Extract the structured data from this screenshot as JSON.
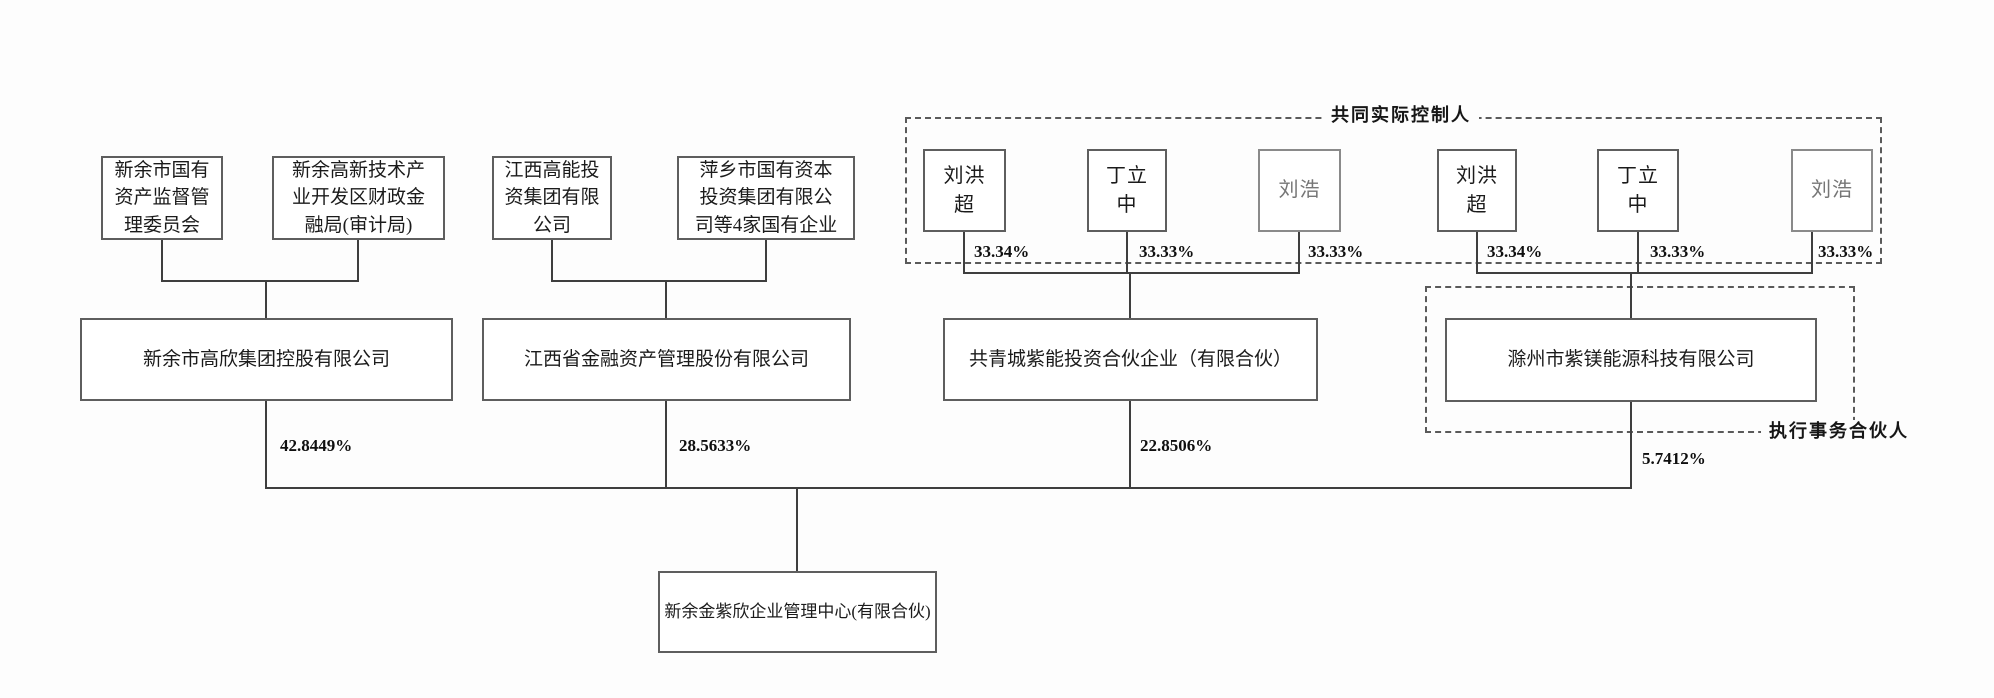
{
  "diagram": {
    "region_labels": {
      "controllers": "共同实际控制人",
      "executive_partner": "执行事务合伙人"
    },
    "tier1": [
      {
        "label": "新余市国有资产监督管理委员会"
      },
      {
        "label": "新余高新技术产业开发区财政金融局(审计局)"
      },
      {
        "label": "江西高能投资集团有限公司"
      },
      {
        "label": "萍乡市国有资本投资集团有限公司等4家国有企业"
      }
    ],
    "persons_group1": [
      {
        "name": "刘洪超",
        "pct": "33.34%"
      },
      {
        "name": "丁立中",
        "pct": "33.33%"
      },
      {
        "name": "刘浩",
        "pct": "33.33%"
      }
    ],
    "persons_group2": [
      {
        "name": "刘洪超",
        "pct": "33.34%"
      },
      {
        "name": "丁立中",
        "pct": "33.33%"
      },
      {
        "name": "刘浩",
        "pct": "33.33%"
      }
    ],
    "tier2": [
      {
        "label": "新余市高欣集团控股有限公司",
        "pct": "42.8449%"
      },
      {
        "label": "江西省金融资产管理股份有限公司",
        "pct": "28.5633%"
      },
      {
        "label": "共青城紫能投资合伙企业（有限合伙）",
        "pct": "22.8506%"
      },
      {
        "label": "滁州市紫镁能源科技有限公司",
        "pct": "5.7412%"
      }
    ],
    "root": {
      "label": "新余金紫欣企业管理中心(有限合伙)"
    },
    "colors": {
      "line": "#3e3e3e",
      "box_border": "#5e5e5e",
      "text": "#1b1b1b"
    }
  }
}
